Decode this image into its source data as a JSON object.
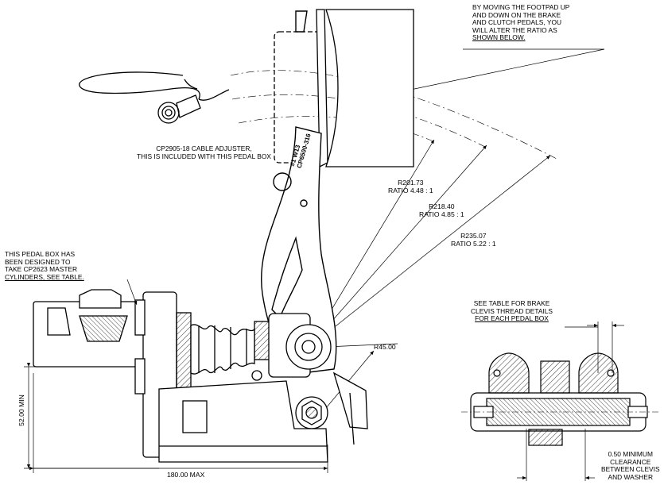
{
  "notes": {
    "ratio_note": [
      "BY MOVING THE FOOTPAD UP",
      "AND DOWN ON THE BRAKE",
      "AND CLUTCH PEDALS,  YOU",
      "WILL ALTER THE RATIO AS",
      "SHOWN BELOW."
    ],
    "cable_note": [
      "CP2905-18 CABLE ADJUSTER,",
      "THIS IS INCLUDED WITH THIS PEDAL BOX"
    ],
    "master_note": [
      "THIS PEDAL BOX HAS",
      "BEEN DESIGNED TO",
      "TAKE CP2623 MASTER",
      "CYLINDERS, SEE TABLE."
    ],
    "clevis_note": [
      "SEE TABLE FOR BRAKE",
      "CLEVIS THREAD DETAILS",
      "FOR EACH PEDAL BOX"
    ],
    "clearance_note": [
      "0.50 MINIMUM",
      "CLEARANCE",
      "BETWEEN CLEVIS",
      "AND WASHER"
    ]
  },
  "radii": [
    {
      "radius": "R201.73",
      "ratio": "RATIO 4.48 : 1"
    },
    {
      "radius": "R218.40",
      "ratio": "RATIO 4.85 : 1"
    },
    {
      "radius": "R235.07",
      "ratio": "RATIO 5.22 : 1"
    }
  ],
  "pivot_radius": "R45.00",
  "dimensions": {
    "height_min": "52.00 MIN",
    "width_max": "180.00 MAX"
  },
  "part_marking": [
    "#1 W13",
    "CP6500-316"
  ]
}
